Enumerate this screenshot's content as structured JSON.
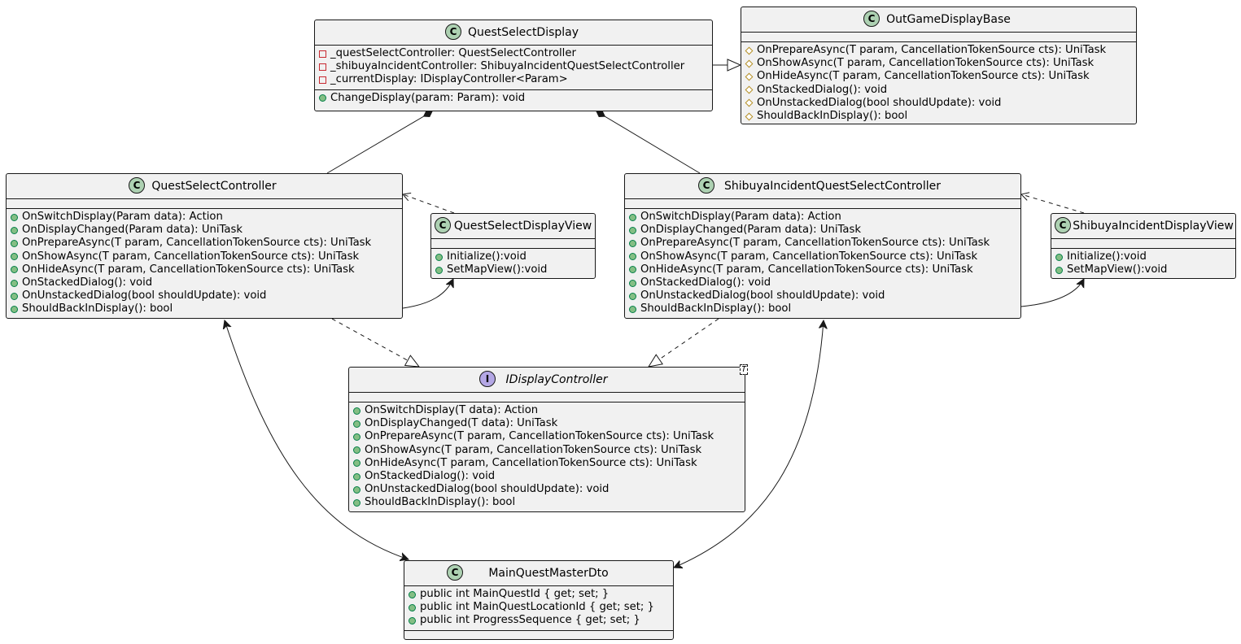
{
  "classes": {
    "quest_select_display": {
      "name": "QuestSelectDisplay",
      "stereotype": "C",
      "fields": [
        {
          "vis": "-",
          "text": "_questSelectController: QuestSelectController"
        },
        {
          "vis": "-",
          "text": "_shibuyaIncidentController: ShibuyaIncidentQuestSelectController"
        },
        {
          "vis": "-",
          "text": "_currentDisplay: IDisplayController<Param>"
        }
      ],
      "methods": [
        {
          "vis": "+",
          "text": "ChangeDisplay(param: Param): void"
        }
      ]
    },
    "out_game_display_base": {
      "name": "OutGameDisplayBase",
      "stereotype": "C",
      "fields": [],
      "methods": [
        {
          "vis": "#",
          "text": "OnPrepareAsync(T param, CancellationTokenSource cts): UniTask"
        },
        {
          "vis": "#",
          "text": "OnShowAsync(T param, CancellationTokenSource cts): UniTask"
        },
        {
          "vis": "#",
          "text": "OnHideAsync(T param, CancellationTokenSource cts): UniTask"
        },
        {
          "vis": "#",
          "text": "OnStackedDialog(): void"
        },
        {
          "vis": "#",
          "text": "OnUnstackedDialog(bool shouldUpdate): void"
        },
        {
          "vis": "#",
          "text": "ShouldBackInDisplay(): bool"
        }
      ]
    },
    "quest_select_controller": {
      "name": "QuestSelectController",
      "stereotype": "C",
      "fields": [],
      "methods": [
        {
          "vis": "+",
          "text": "OnSwitchDisplay(Param data): Action"
        },
        {
          "vis": "+",
          "text": "OnDisplayChanged(Param data): UniTask"
        },
        {
          "vis": "+",
          "text": "OnPrepareAsync(T param, CancellationTokenSource cts): UniTask"
        },
        {
          "vis": "+",
          "text": "OnShowAsync(T param, CancellationTokenSource cts): UniTask"
        },
        {
          "vis": "+",
          "text": "OnHideAsync(T param, CancellationTokenSource cts): UniTask"
        },
        {
          "vis": "+",
          "text": "OnStackedDialog(): void"
        },
        {
          "vis": "+",
          "text": "OnUnstackedDialog(bool shouldUpdate): void"
        },
        {
          "vis": "+",
          "text": "ShouldBackInDisplay(): bool"
        }
      ]
    },
    "quest_select_display_view": {
      "name": "QuestSelectDisplayView",
      "stereotype": "C",
      "fields": [],
      "methods": [
        {
          "vis": "+",
          "text": "Initialize():void"
        },
        {
          "vis": "+",
          "text": "SetMapView():void"
        }
      ]
    },
    "shibuya_incident_controller": {
      "name": "ShibuyaIncidentQuestSelectController",
      "stereotype": "C",
      "fields": [],
      "methods": [
        {
          "vis": "+",
          "text": "OnSwitchDisplay(Param data): Action"
        },
        {
          "vis": "+",
          "text": "OnDisplayChanged(Param data): UniTask"
        },
        {
          "vis": "+",
          "text": "OnPrepareAsync(T param, CancellationTokenSource cts): UniTask"
        },
        {
          "vis": "+",
          "text": "OnShowAsync(T param, CancellationTokenSource cts): UniTask"
        },
        {
          "vis": "+",
          "text": "OnHideAsync(T param, CancellationTokenSource cts): UniTask"
        },
        {
          "vis": "+",
          "text": "OnStackedDialog(): void"
        },
        {
          "vis": "+",
          "text": "OnUnstackedDialog(bool shouldUpdate): void"
        },
        {
          "vis": "+",
          "text": "ShouldBackInDisplay(): bool"
        }
      ]
    },
    "shibuya_incident_display_view": {
      "name": "ShibuyaIncidentDisplayView",
      "stereotype": "C",
      "fields": [],
      "methods": [
        {
          "vis": "+",
          "text": "Initialize():void"
        },
        {
          "vis": "+",
          "text": "SetMapView():void"
        }
      ]
    },
    "i_display_controller": {
      "name": "IDisplayController",
      "stereotype": "I",
      "type_param": "T",
      "fields": [],
      "methods": [
        {
          "vis": "+",
          "text": "OnSwitchDisplay(T data): Action"
        },
        {
          "vis": "+",
          "text": "OnDisplayChanged(T data): UniTask"
        },
        {
          "vis": "+",
          "text": "OnPrepareAsync(T param, CancellationTokenSource cts): UniTask"
        },
        {
          "vis": "+",
          "text": "OnShowAsync(T param, CancellationTokenSource cts): UniTask"
        },
        {
          "vis": "+",
          "text": "OnHideAsync(T param, CancellationTokenSource cts): UniTask"
        },
        {
          "vis": "+",
          "text": "OnStackedDialog(): void"
        },
        {
          "vis": "+",
          "text": "OnUnstackedDialog(bool shouldUpdate): void"
        },
        {
          "vis": "+",
          "text": "ShouldBackInDisplay(): bool"
        }
      ]
    },
    "main_quest_master_dto": {
      "name": "MainQuestMasterDto",
      "stereotype": "C",
      "fields": [
        {
          "vis": "+",
          "text": "public int MainQuestId { get; set; }"
        },
        {
          "vis": "+",
          "text": "public int MainQuestLocationId { get; set; }"
        },
        {
          "vis": "+",
          "text": "public int ProgressSequence { get; set; }"
        }
      ],
      "methods": []
    }
  },
  "relations": [
    {
      "from": "quest_select_display",
      "to": "out_game_display_base",
      "kind": "inheritance"
    },
    {
      "from": "quest_select_display",
      "to": "quest_select_controller",
      "kind": "composition"
    },
    {
      "from": "quest_select_display",
      "to": "shibuya_incident_controller",
      "kind": "composition"
    },
    {
      "from": "quest_select_display_view",
      "to": "quest_select_controller",
      "kind": "dependency"
    },
    {
      "from": "quest_select_controller",
      "to": "quest_select_display_view",
      "kind": "association"
    },
    {
      "from": "shibuya_incident_display_view",
      "to": "shibuya_incident_controller",
      "kind": "dependency"
    },
    {
      "from": "shibuya_incident_controller",
      "to": "shibuya_incident_display_view",
      "kind": "association"
    },
    {
      "from": "quest_select_controller",
      "to": "i_display_controller",
      "kind": "realization"
    },
    {
      "from": "shibuya_incident_controller",
      "to": "i_display_controller",
      "kind": "realization"
    },
    {
      "from": "quest_select_controller",
      "to": "main_quest_master_dto",
      "kind": "bidirectional"
    },
    {
      "from": "shibuya_incident_controller",
      "to": "main_quest_master_dto",
      "kind": "bidirectional"
    }
  ]
}
